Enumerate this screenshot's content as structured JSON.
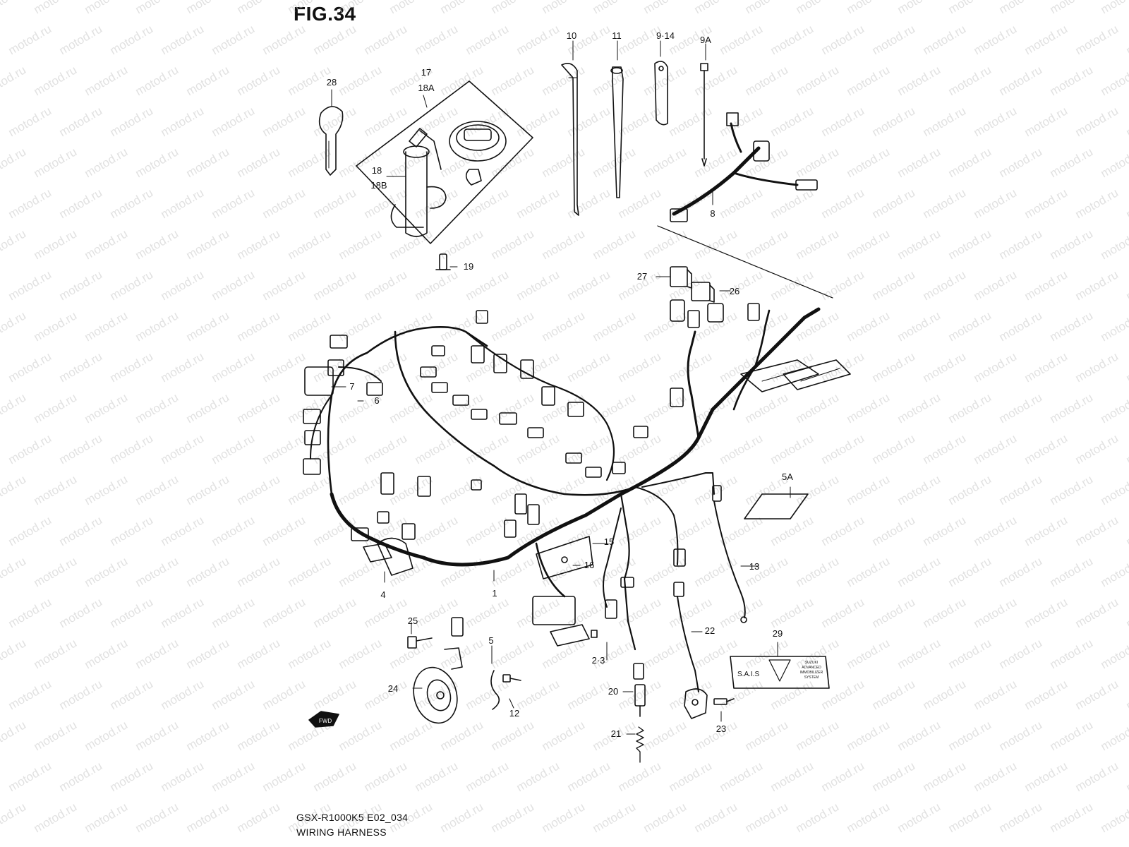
{
  "figure": {
    "title": "FIG.34",
    "model_code": "GSX-R1000K5 E02_034",
    "caption": "WIRING HARNESS"
  },
  "watermark": {
    "text": "motod.ru"
  },
  "callouts": {
    "c1": "1",
    "c2_3": "2·3",
    "c4": "4",
    "c5": "5",
    "c5a": "5A",
    "c6": "6",
    "c7": "7",
    "c8": "8",
    "c9_14": "9·14",
    "c9a": "9A",
    "c10": "10",
    "c11": "11",
    "c12": "12",
    "c13": "13",
    "c15": "15",
    "c16": "16",
    "c17": "17",
    "c18a": "18A",
    "c18": "18",
    "c18b": "18B",
    "c19": "19",
    "c20": "20",
    "c21": "21",
    "c22": "22",
    "c23": "23",
    "c24": "24",
    "c25": "25",
    "c26": "26",
    "c27": "27",
    "c28": "28",
    "c29": "29"
  },
  "sals_label": {
    "logo": "S.A.I.S",
    "lines": [
      "SUZUKI",
      "ADVANCED",
      "IMMOBILIZER",
      "SYSTEM"
    ]
  },
  "fwd_arrow": {
    "label": "FWD"
  }
}
